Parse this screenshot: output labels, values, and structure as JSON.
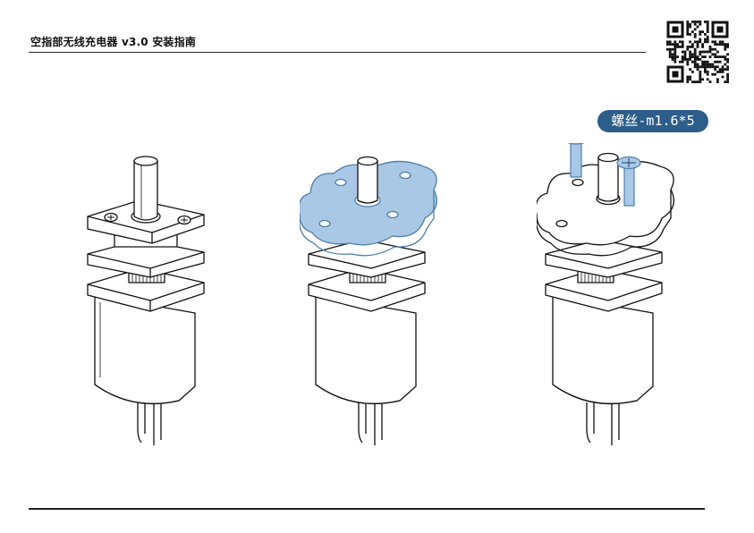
{
  "header": {
    "title": "空指部无线充电器 v3.0 安装指南"
  },
  "qr": {
    "icon": "qr-code-icon"
  },
  "steps": [
    {
      "name": "step-1",
      "description_icon": "motor-with-gearbox"
    },
    {
      "name": "step-2",
      "description_icon": "motor-with-mount-plate"
    },
    {
      "name": "step-3",
      "description_icon": "motor-with-screws"
    }
  ],
  "callout": {
    "label": "螺丝-m1.6*5"
  },
  "colors": {
    "highlight": "#a9c8e6",
    "highlight_stroke": "#4f7ea8",
    "badge": "#2d5d8a",
    "line": "#111111"
  }
}
